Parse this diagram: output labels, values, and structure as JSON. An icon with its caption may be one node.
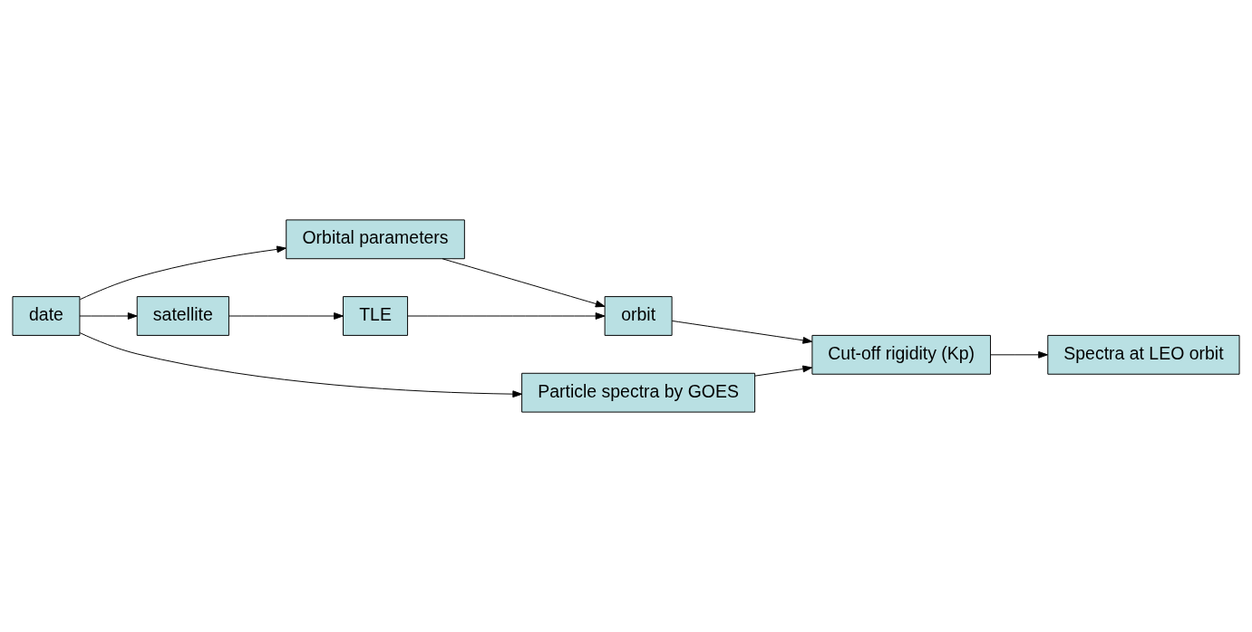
{
  "diagram": {
    "nodes": [
      {
        "text": [
          "date"
        ]
      },
      {
        "text": [
          "Orbital parameters"
        ]
      },
      {
        "text": [
          "satellite"
        ]
      },
      {
        "text": [
          "TLE"
        ]
      },
      {
        "text": [
          "orbit"
        ]
      },
      {
        "text": [
          "Cut-off rigidity (Kp)"
        ]
      },
      {
        "text": [
          "Particle spectra by GOES"
        ]
      },
      {
        "text": [
          "Spectra at LEO orbit"
        ]
      }
    ],
    "edges": [
      {
        "from": 0,
        "to": 1,
        "arrow": "to"
      },
      {
        "from": 0,
        "to": 2,
        "arrow": "to"
      },
      {
        "from": 2,
        "to": 3,
        "arrow": "to"
      },
      {
        "from": 1,
        "to": 4,
        "arrow": "to"
      },
      {
        "from": 3,
        "to": 4,
        "arrow": "to"
      },
      {
        "from": 4,
        "to": 5,
        "arrow": "to"
      },
      {
        "from": 0,
        "to": 6,
        "arrow": "to"
      },
      {
        "from": 6,
        "to": 5,
        "arrow": "to"
      },
      {
        "from": 5,
        "to": 7,
        "arrow": "to"
      }
    ]
  }
}
